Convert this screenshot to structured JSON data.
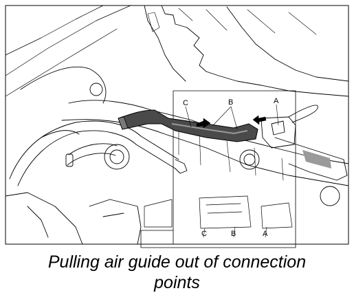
{
  "diagram": {
    "callouts_top": [
      "C",
      "B",
      "A"
    ],
    "callouts_inset": [
      "C",
      "B",
      "A"
    ],
    "caption_line1": "Pulling air guide out of connection",
    "caption_line2": "points"
  },
  "colors": {
    "line": "#000000",
    "duct_fill": "#4a4a4a",
    "duct_highlight": "#9a9a9a",
    "background": "#ffffff",
    "accent_grey": "#b0b0b0"
  }
}
